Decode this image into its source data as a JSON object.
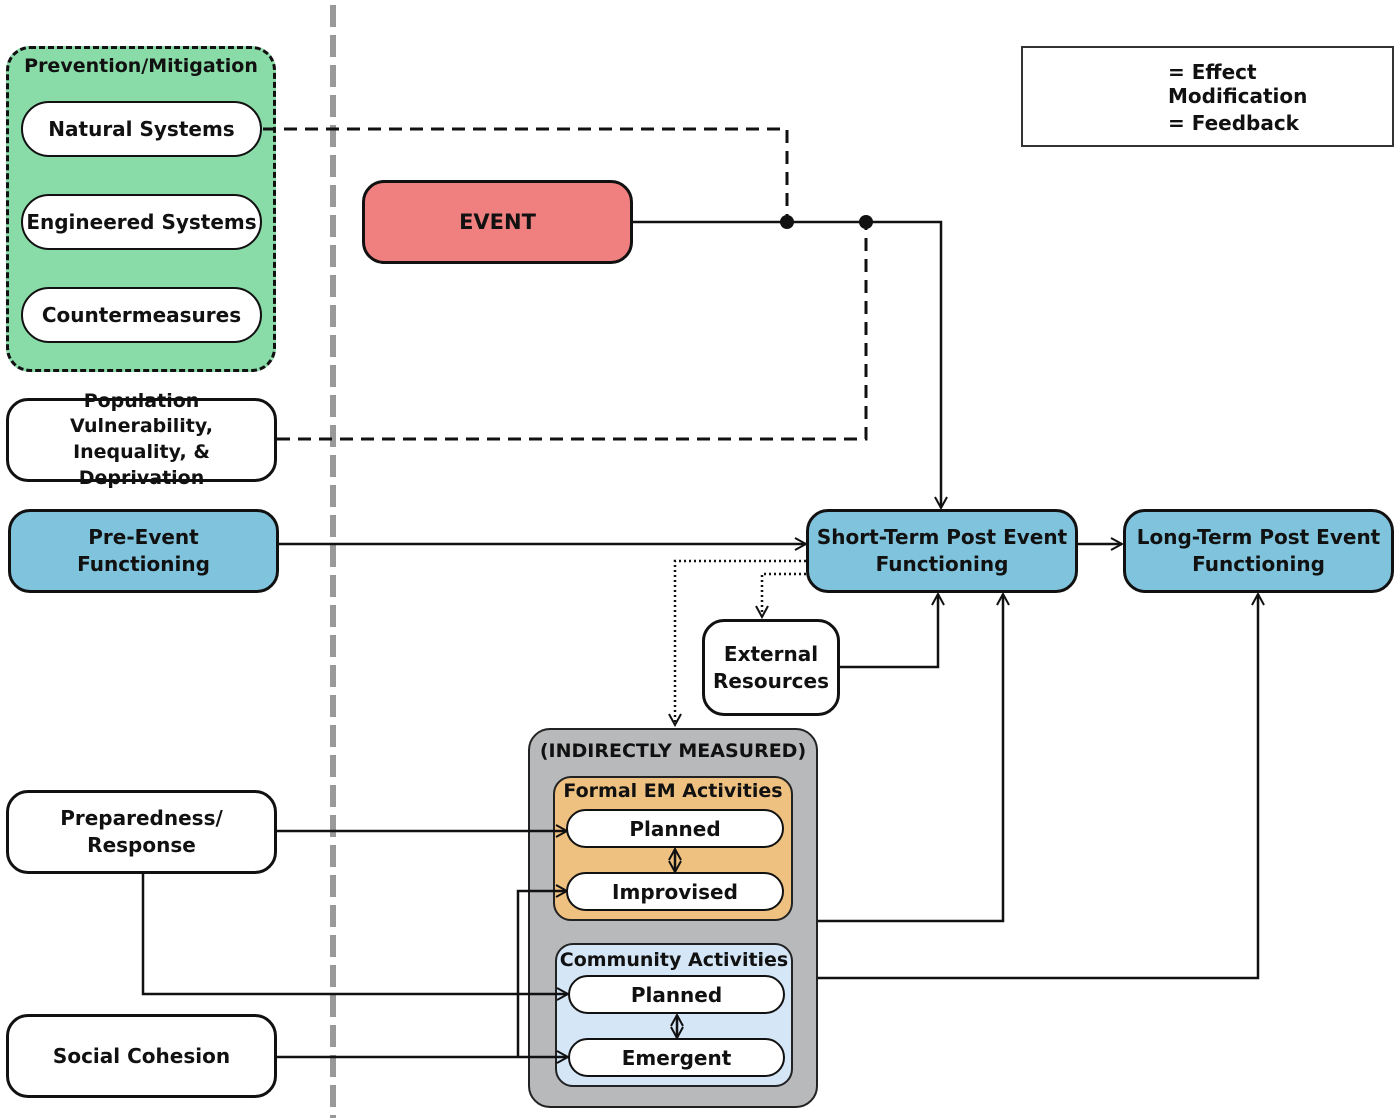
{
  "colors": {
    "prevention_fill": "#89dba7",
    "event_fill": "#f08080",
    "functioning_fill": "#7fc4dc",
    "indirect_fill": "#b8b9bb",
    "formal_fill": "#efc181",
    "community_fill": "#d5e6f7",
    "divider": "#999999"
  },
  "legend": {
    "effect_modification": "= Effect Modification",
    "feedback": "= Feedback"
  },
  "prevention": {
    "title": "Prevention/Mitigation",
    "items": [
      "Natural Systems",
      "Engineered Systems",
      "Countermeasures"
    ]
  },
  "population": "Population Vulnerability,\nInequality, & Deprivation",
  "pre_event": "Pre-Event\nFunctioning",
  "preparedness": "Preparedness/\nResponse",
  "social_cohesion": "Social Cohesion",
  "event": "EVENT",
  "short_term": "Short-Term Post Event\nFunctioning",
  "long_term": "Long-Term Post Event\nFunctioning",
  "external": "External\nResources",
  "indirect": {
    "title": "(INDIRECTLY MEASURED)",
    "formal": {
      "title": "Formal EM Activities",
      "items": [
        "Planned",
        "Improvised"
      ]
    },
    "community": {
      "title": "Community Activities",
      "items": [
        "Planned",
        "Emergent"
      ]
    }
  }
}
